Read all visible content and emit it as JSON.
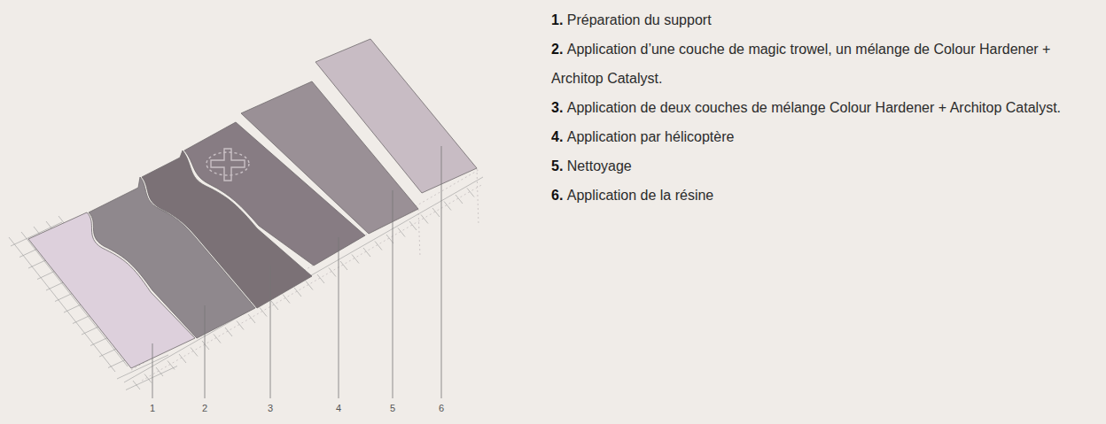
{
  "diagram": {
    "labels": [
      "1",
      "2",
      "3",
      "4",
      "5",
      "6",
      "1.",
      "Préparation du support",
      "2.",
      "Application d’une couche de magic trowel, un mélange de Colour Hardener + Architop Catalyst.",
      "3.",
      "Application de deux couches de mélange Colour Hardener + Architop Catalyst.",
      "4.",
      "Application par hélicoptère",
      "5.",
      "Nettoyage",
      "6.",
      "Application de la résine"
    ]
  }
}
